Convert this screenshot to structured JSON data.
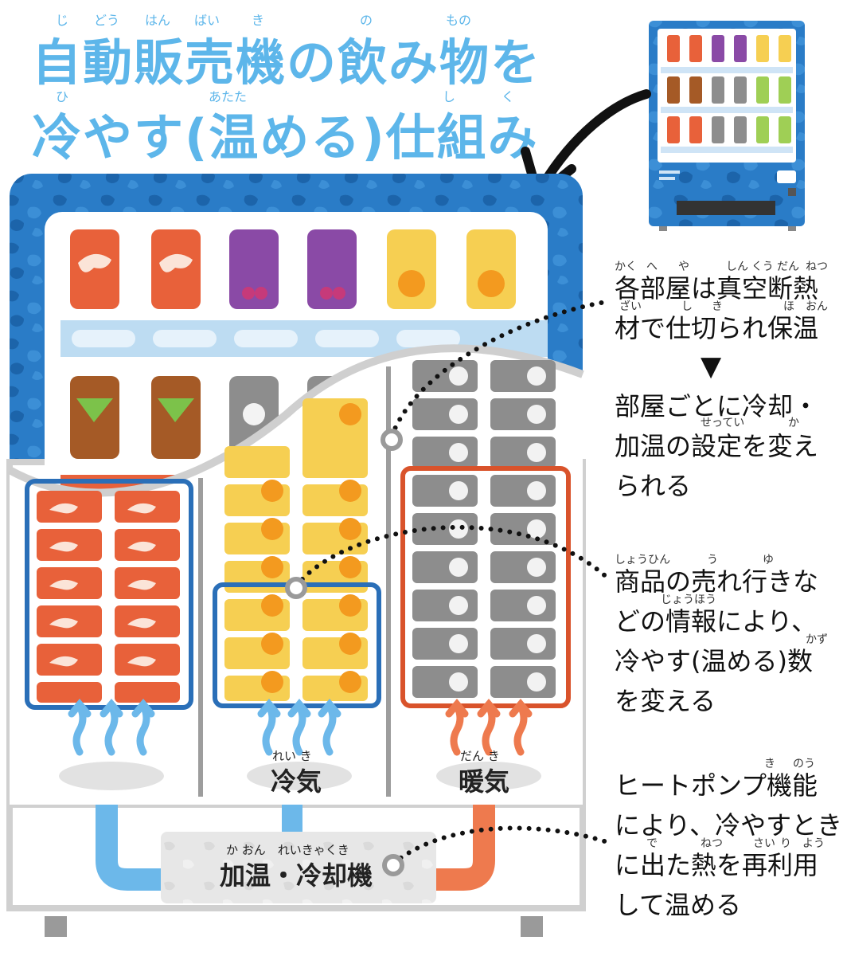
{
  "title": {
    "line1": "自動販売機の飲み物を",
    "line2": "冷やす(温める)仕組み",
    "ruby1": [
      "じ",
      "どう",
      "はん",
      "ばい",
      "き",
      "の",
      "もの"
    ],
    "ruby2": [
      "ひ",
      "あたた",
      "し",
      "く"
    ]
  },
  "notes": {
    "insulation": {
      "lines": [
        "各部屋は真空断熱",
        "材で仕切られ保温"
      ],
      "ruby": [
        "かく",
        "へ",
        "や",
        "しん",
        "くう",
        "だん",
        "ねつ",
        "ざい",
        "し",
        "き",
        "ほ",
        "おん"
      ]
    },
    "arrow_symbol": "▼",
    "settings": {
      "lines": [
        "部屋ごとに冷却・",
        "加温の設定を変え",
        "られる"
      ],
      "ruby": [
        "せってい",
        "か"
      ]
    },
    "sales": {
      "lines": [
        "商品の売れ行きな",
        "どの情報により、",
        "冷やす(温める)数",
        "を変える"
      ],
      "ruby": [
        "しょうひん",
        "う",
        "ゆ",
        "じょうほう",
        "かず"
      ]
    },
    "heatpump": {
      "lines": [
        "ヒートポンプ機能",
        "により、冷やすとき",
        "に出た熱を再利用",
        "して温める"
      ],
      "ruby": [
        "き",
        "のう",
        "で",
        "ねつ",
        "さい",
        "り",
        "よう"
      ]
    }
  },
  "labels": {
    "cold_air": "冷気",
    "cold_air_ruby": "れい き",
    "warm_air": "暖気",
    "warm_air_ruby": "だん き",
    "unit": "加温・冷却機",
    "unit_ruby": "か おん　れいきゃくき"
  },
  "colors": {
    "title_blue": "#5db6ea",
    "cabinet_blue": "#2a7cc7",
    "cold_blue": "#2a6fb8",
    "warm_red": "#d9532b",
    "pipe_blue": "#6cb8ea",
    "pipe_orange": "#ee7a4e",
    "can_orange": "#e8613a",
    "can_purple": "#8a4aa6",
    "can_yellow": "#f6cf52",
    "can_brown": "#a55a26",
    "can_gray": "#8d8d8d"
  }
}
